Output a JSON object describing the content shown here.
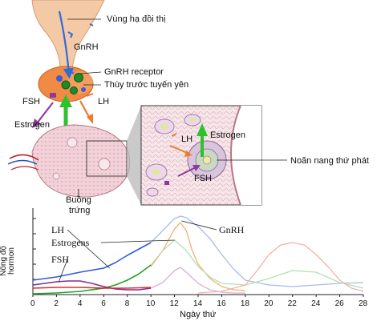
{
  "labels": {
    "hypothalamus": "Vùng hạ đồi thị",
    "gnrh_top": "GnRH",
    "gnrh_receptor": "GnRH receptor",
    "anterior_pituitary": "Thùy trước tuyến yên",
    "fsh_left": "FSH",
    "lh_left": "LH",
    "estrogen_left": "Estrogen",
    "ovary_line1": "Buồng",
    "ovary_line2": "trứng",
    "inset_lh": "LH",
    "inset_estrogen": "Estrogen",
    "inset_fsh": "FSH",
    "secondary_follicle": "Noãn nang thứ phát"
  },
  "chart_data": {
    "type": "line",
    "xlabel": "Ngày thứ",
    "ylabel_line1": "Nồng độ",
    "ylabel_line2": "hormon",
    "x_ticks": [
      0,
      2,
      4,
      6,
      8,
      10,
      12,
      14,
      16,
      18,
      20,
      22,
      24,
      26,
      28
    ],
    "xlim": [
      0,
      28
    ],
    "ylim": [
      0,
      100
    ],
    "callouts": {
      "lh": "LH",
      "estrogens": "Estrogens",
      "fsh": "FSH",
      "gnrh": "GnRH"
    },
    "series": [
      {
        "name": "LH",
        "color": "#2b5fd9",
        "x": [
          0,
          2,
          4,
          6,
          7,
          8,
          9,
          10
        ],
        "y": [
          18,
          22,
          28,
          33,
          40,
          49,
          57,
          65
        ]
      },
      {
        "name": "Estrogens",
        "color": "#23a324",
        "x": [
          0,
          2,
          4,
          6,
          7,
          8,
          9,
          10
        ],
        "y": [
          1,
          2,
          4,
          8,
          12,
          18,
          26,
          37
        ]
      },
      {
        "name": "FSH",
        "color": "#8a2a8a",
        "x": [
          0,
          1,
          2,
          3,
          4,
          5,
          6,
          7,
          8,
          9,
          10
        ],
        "y": [
          12,
          14,
          16,
          17,
          17,
          14,
          10,
          7,
          6,
          6,
          8
        ]
      },
      {
        "name": "unlabeled-red",
        "color": "#d83030",
        "x": [
          0,
          2,
          4,
          6,
          8,
          10
        ],
        "y": [
          8,
          9,
          9,
          8,
          8,
          9
        ]
      },
      {
        "name": "LH-faded",
        "color": "#a9b9ee",
        "x": [
          10,
          11,
          12,
          12.5,
          13,
          14,
          15,
          16,
          17,
          18,
          20,
          22,
          24,
          26,
          28
        ],
        "y": [
          65,
          80,
          95,
          98,
          96,
          85,
          70,
          50,
          32,
          18,
          12,
          10,
          12,
          14,
          15
        ]
      },
      {
        "name": "GnRH-faded",
        "color": "#f0b070",
        "x": [
          10,
          11,
          12,
          12.5,
          13,
          13.5,
          14,
          15,
          16,
          17,
          18
        ],
        "y": [
          35,
          55,
          82,
          90,
          80,
          55,
          38,
          20,
          10,
          6,
          5
        ]
      },
      {
        "name": "Estrogens-faded",
        "color": "#b3e0b0",
        "x": [
          10,
          11,
          12,
          13,
          14,
          15,
          16,
          18,
          20,
          22,
          24,
          26,
          28
        ],
        "y": [
          37,
          55,
          68,
          55,
          35,
          22,
          14,
          12,
          20,
          30,
          28,
          15,
          8
        ]
      },
      {
        "name": "FSH-faded",
        "color": "#d9b0d9",
        "x": [
          10,
          11,
          12,
          12.5,
          13,
          14,
          15,
          16,
          17,
          18
        ],
        "y": [
          8,
          15,
          30,
          34,
          28,
          14,
          6,
          3,
          2,
          2
        ]
      },
      {
        "name": "progesterone-faded",
        "color": "#f3b0a8",
        "x": [
          14,
          16,
          18,
          19,
          20,
          21,
          22,
          23,
          24,
          25,
          26,
          27,
          28
        ],
        "y": [
          2,
          4,
          12,
          30,
          50,
          62,
          65,
          62,
          50,
          35,
          18,
          8,
          4
        ]
      }
    ]
  },
  "colors": {
    "hypothalamus": "#f4c9a6",
    "pituitary": "#f08a45",
    "ovary_fill": "#f2d2d8",
    "inset_bg": "#f6e6ea",
    "gnrh_arrow": "#2f6bdb",
    "estrogen_arrow": "#2cc22c",
    "fsh_arrow": "#8f3b9c",
    "lh_arrow": "#f07a2a"
  }
}
